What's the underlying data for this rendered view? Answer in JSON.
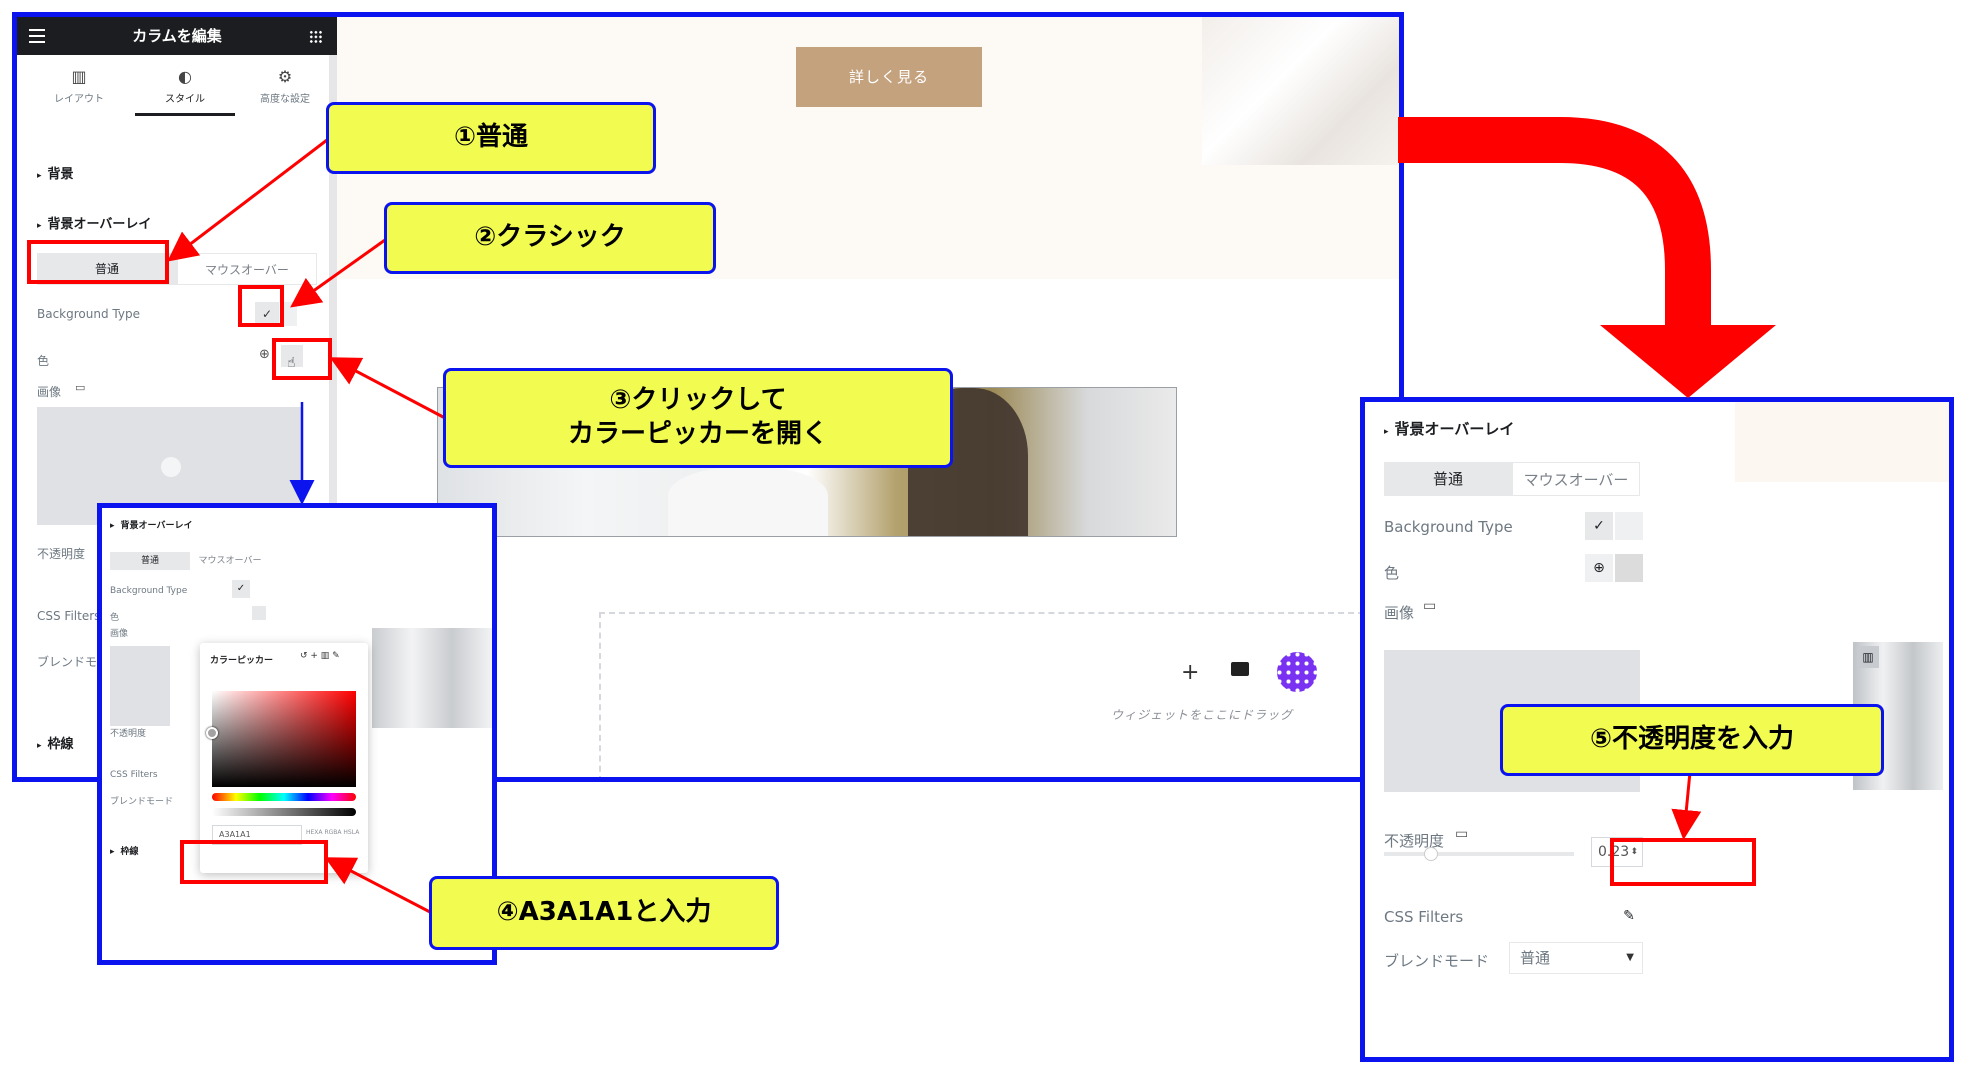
{
  "main": {
    "sidebar": {
      "title": "カラムを編集",
      "tabs": [
        {
          "label": "レイアウト",
          "icon": "layout-icon"
        },
        {
          "label": "スタイル",
          "icon": "contrast-icon"
        },
        {
          "label": "高度な設定",
          "icon": "gear-icon"
        }
      ],
      "sections": [
        "背景",
        "背景オーバーレイ"
      ],
      "state_tabs": [
        "普通",
        "マウスオーバー"
      ],
      "background_type_label": "Background Type",
      "color_label": "色",
      "image_label": "画像",
      "opacity_label": "不透明度",
      "css_filters_label": "CSS Filters",
      "blend_label": "ブレンドモード",
      "border_label": "枠線"
    },
    "canvas": {
      "hero_button": "詳しく見る",
      "drop_text": "ウィジェットをここにドラッグ"
    }
  },
  "inset1": {
    "section": "背景オーバーレイ",
    "state_tabs": [
      "普通",
      "マウスオーバー"
    ],
    "background_type_label": "Background Type",
    "color_label": "色",
    "image_label": "画像",
    "opacity_label": "不透明度",
    "css_filters_label": "CSS Filters",
    "blend_label": "ブレンドモード",
    "border_label": "枠線",
    "picker_title": "カラーピッカー",
    "hex_value": "A3A1A1",
    "formats": [
      "HEXA",
      "RGBA",
      "HSLA"
    ]
  },
  "inset2": {
    "section": "背景オーバーレイ",
    "state_tabs": [
      "普通",
      "マウスオーバー"
    ],
    "background_type_label": "Background Type",
    "color_label": "色",
    "image_label": "画像",
    "opacity_label": "不透明度",
    "opacity_value": "0.23",
    "css_filters_label": "CSS Filters",
    "blend_label": "ブレンドモード",
    "blend_value": "普通"
  },
  "callouts": {
    "c1": "①普通",
    "c2": "②クラシック",
    "c3_line1": "③クリックして",
    "c3_line2": "カラーピッカーを開く",
    "c4": "④A3A1A1と入力",
    "c5": "⑤不透明度を入力"
  },
  "colors": {
    "frame": "#0b14ee",
    "callout_bg": "#f2fb50",
    "highlight": "#ff0000",
    "accent_button": "#c4a27e",
    "elementor_purple": "#7a32f2"
  }
}
